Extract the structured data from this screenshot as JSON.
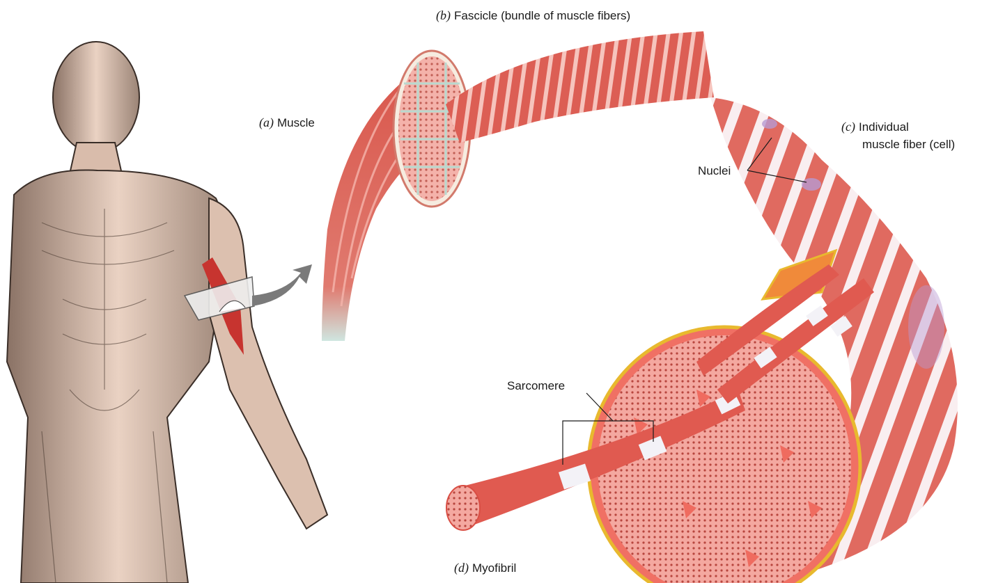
{
  "labels": {
    "muscle": {
      "letter": "(a)",
      "text": "Muscle"
    },
    "fascicle": {
      "letter": "(b)",
      "text": "Fascicle (bundle of muscle fibers)"
    },
    "fiber": {
      "letter": "(c)",
      "line1": "Individual",
      "line2": "muscle fiber (cell)"
    },
    "myofibril": {
      "letter": "(d)",
      "text": "Myofibril"
    },
    "nuclei": "Nuclei",
    "sarcomere": "Sarcomere"
  },
  "colors": {
    "muscle_red": "#d9574c",
    "muscle_light": "#f2a49a",
    "stripe_white": "#f7f4f6",
    "sheath_yellow": "#e8b92e",
    "fascia_teal": "#b8d6cf",
    "skin": "#e8c9b8",
    "arrow_gray": "#7a7a7a",
    "nuclei_purple": "#b79ad2"
  }
}
